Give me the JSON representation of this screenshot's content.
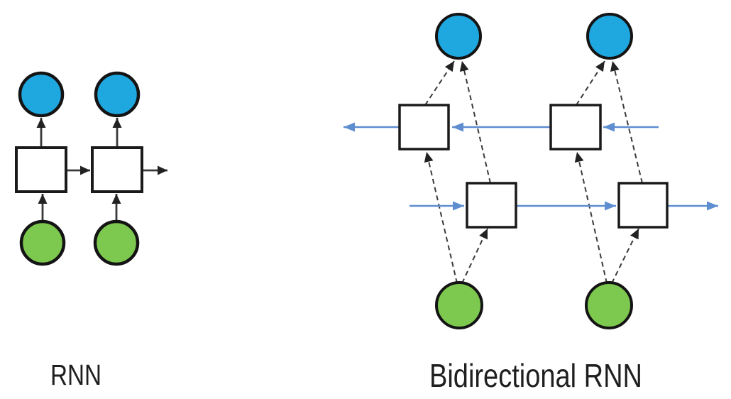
{
  "figure": {
    "background": "#ffffff",
    "diagrams": [
      {
        "label": "RNN",
        "node_counts": {
          "output_circles": 2,
          "hidden_boxes": 2,
          "input_circles": 2
        },
        "edges": [
          "input-1 -> hidden-1 (up arrow)",
          "input-2 -> hidden-2 (up arrow)",
          "hidden-1 -> output-1 (up arrow)",
          "hidden-2 -> output-2 (up arrow)",
          "hidden-1 -> hidden-2 (right arrow)",
          "hidden-2 -> off-diagram right (right arrow)"
        ]
      },
      {
        "label": "Bidirectional RNN",
        "node_counts": {
          "output_circles": 2,
          "backward_hidden_boxes": 2,
          "forward_hidden_boxes": 2,
          "input_circles": 2
        },
        "edges": [
          "input-1 -> backward-hidden-1 (dashed up-left arrow)",
          "input-1 -> forward-hidden-1 (dashed up-right arrow)",
          "input-2 -> backward-hidden-2 (dashed up-left arrow)",
          "input-2 -> forward-hidden-2 (dashed up-right arrow)",
          "backward-hidden-1 -> output-1 (dashed arrow)",
          "forward-hidden-1 -> output-1 (dashed arrow)",
          "backward-hidden-2 -> output-2 (dashed arrow)",
          "forward-hidden-2 -> output-2 (dashed arrow)",
          "backward chain: blue arrows pointing left through top box row",
          "forward chain: blue arrows pointing right through bottom box row"
        ]
      }
    ]
  },
  "colors": {
    "output_node_fill": "#1fa8e0",
    "input_node_fill": "#7dc84e",
    "node_stroke": "#141414",
    "hidden_box_fill": "#ffffff",
    "hidden_box_stroke": "#1a1a1a",
    "black_arrow": "#3a3a3a",
    "blue_arrow": "#5e8dd0",
    "label_text": "#1f1f1f"
  }
}
